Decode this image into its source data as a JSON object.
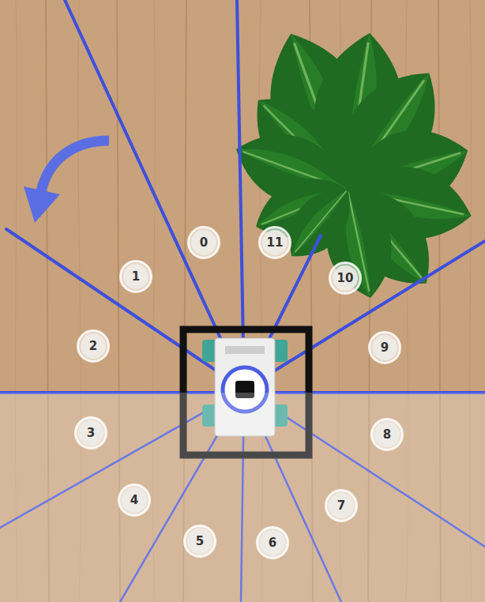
{
  "diagram": {
    "nodes": [
      {
        "text": [
          "0"
        ]
      },
      {
        "text": [
          "1"
        ]
      },
      {
        "text": [
          "2"
        ]
      },
      {
        "text": [
          "3"
        ]
      },
      {
        "text": [
          "4"
        ]
      },
      {
        "text": [
          "5"
        ]
      },
      {
        "text": [
          "6"
        ]
      },
      {
        "text": [
          "7"
        ]
      },
      {
        "text": [
          "8"
        ]
      },
      {
        "text": [
          "9"
        ]
      },
      {
        "text": [
          "10"
        ]
      },
      {
        "text": [
          "11"
        ]
      }
    ]
  }
}
